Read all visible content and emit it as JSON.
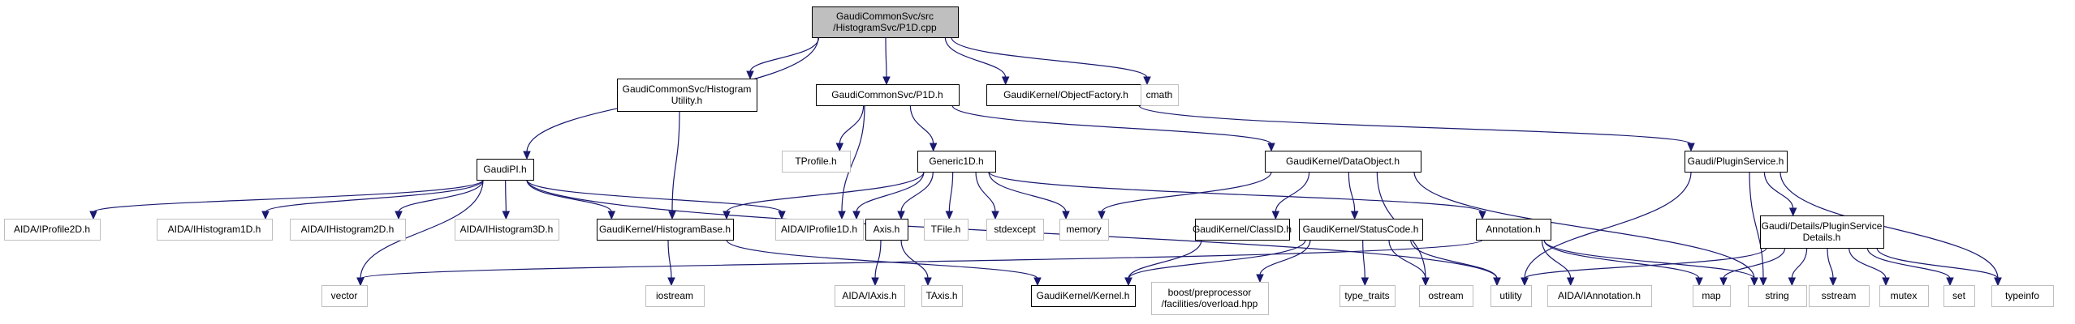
{
  "diagram": {
    "type": "include-dependency-graph",
    "colors": {
      "edge": "#191970",
      "root_fill": "#bfbfbf",
      "documented_border": "#000000",
      "external_border": "#bfbfbf"
    },
    "nodes": [
      {
        "id": "root",
        "lines": [
          "GaudiCommonSvc/src",
          "/HistogramSvc/P1D.cpp"
        ],
        "kind": "root"
      },
      {
        "id": "histutil",
        "lines": [
          "GaudiCommonSvc/Histogram",
          "Utility.h"
        ],
        "kind": "documented"
      },
      {
        "id": "p1dh",
        "lines": [
          "GaudiCommonSvc/P1D.h"
        ],
        "kind": "documented"
      },
      {
        "id": "objfactory",
        "lines": [
          "GaudiKernel/ObjectFactory.h"
        ],
        "kind": "documented"
      },
      {
        "id": "cmath",
        "lines": [
          "cmath"
        ],
        "kind": "external"
      },
      {
        "id": "gaudipi",
        "lines": [
          "GaudiPI.h"
        ],
        "kind": "documented"
      },
      {
        "id": "tprofile",
        "lines": [
          "TProfile.h"
        ],
        "kind": "external"
      },
      {
        "id": "generic1d",
        "lines": [
          "Generic1D.h"
        ],
        "kind": "documented"
      },
      {
        "id": "dataobject",
        "lines": [
          "GaudiKernel/DataObject.h"
        ],
        "kind": "documented"
      },
      {
        "id": "pluginservice",
        "lines": [
          "Gaudi/PluginService.h"
        ],
        "kind": "documented"
      },
      {
        "id": "iprofile2d",
        "lines": [
          "AIDA/IProfile2D.h"
        ],
        "kind": "external"
      },
      {
        "id": "ihist1d",
        "lines": [
          "AIDA/IHistogram1D.h"
        ],
        "kind": "external"
      },
      {
        "id": "ihist2d",
        "lines": [
          "AIDA/IHistogram2D.h"
        ],
        "kind": "external"
      },
      {
        "id": "ihist3d",
        "lines": [
          "AIDA/IHistogram3D.h"
        ],
        "kind": "external"
      },
      {
        "id": "histbase",
        "lines": [
          "GaudiKernel/HistogramBase.h"
        ],
        "kind": "documented"
      },
      {
        "id": "iprofile1d",
        "lines": [
          "AIDA/IProfile1D.h"
        ],
        "kind": "external"
      },
      {
        "id": "axis",
        "lines": [
          "Axis.h"
        ],
        "kind": "documented"
      },
      {
        "id": "tfile",
        "lines": [
          "TFile.h"
        ],
        "kind": "external"
      },
      {
        "id": "stdexcept",
        "lines": [
          "stdexcept"
        ],
        "kind": "external"
      },
      {
        "id": "memory",
        "lines": [
          "memory"
        ],
        "kind": "external"
      },
      {
        "id": "classid",
        "lines": [
          "GaudiKernel/ClassID.h"
        ],
        "kind": "documented"
      },
      {
        "id": "statuscode",
        "lines": [
          "GaudiKernel/StatusCode.h"
        ],
        "kind": "documented"
      },
      {
        "id": "annotation",
        "lines": [
          "Annotation.h"
        ],
        "kind": "documented"
      },
      {
        "id": "psdetails",
        "lines": [
          "Gaudi/Details/PluginService",
          "Details.h"
        ],
        "kind": "documented"
      },
      {
        "id": "vector",
        "lines": [
          "vector"
        ],
        "kind": "external"
      },
      {
        "id": "iostream",
        "lines": [
          "iostream"
        ],
        "kind": "external"
      },
      {
        "id": "iaxis",
        "lines": [
          "AIDA/IAxis.h"
        ],
        "kind": "external"
      },
      {
        "id": "taxis",
        "lines": [
          "TAxis.h"
        ],
        "kind": "external"
      },
      {
        "id": "kernel",
        "lines": [
          "GaudiKernel/Kernel.h"
        ],
        "kind": "documented"
      },
      {
        "id": "boostoverload",
        "lines": [
          "boost/preprocessor",
          "/facilities/overload.hpp"
        ],
        "kind": "external"
      },
      {
        "id": "typetraits",
        "lines": [
          "type_traits"
        ],
        "kind": "external"
      },
      {
        "id": "ostream",
        "lines": [
          "ostream"
        ],
        "kind": "external"
      },
      {
        "id": "utility",
        "lines": [
          "utility"
        ],
        "kind": "external"
      },
      {
        "id": "iannotation",
        "lines": [
          "AIDA/IAnnotation.h"
        ],
        "kind": "external"
      },
      {
        "id": "map",
        "lines": [
          "map"
        ],
        "kind": "external"
      },
      {
        "id": "string",
        "lines": [
          "string"
        ],
        "kind": "external"
      },
      {
        "id": "sstream",
        "lines": [
          "sstream"
        ],
        "kind": "external"
      },
      {
        "id": "mutex",
        "lines": [
          "mutex"
        ],
        "kind": "external"
      },
      {
        "id": "set",
        "lines": [
          "set"
        ],
        "kind": "external"
      },
      {
        "id": "typeinfo",
        "lines": [
          "typeinfo"
        ],
        "kind": "external"
      }
    ],
    "edges": [
      [
        "root",
        "gaudipi"
      ],
      [
        "root",
        "histutil"
      ],
      [
        "root",
        "p1dh"
      ],
      [
        "root",
        "objfactory"
      ],
      [
        "root",
        "cmath"
      ],
      [
        "histutil",
        "histbase"
      ],
      [
        "p1dh",
        "tprofile"
      ],
      [
        "p1dh",
        "generic1d"
      ],
      [
        "p1dh",
        "iprofile1d"
      ],
      [
        "p1dh",
        "dataobject"
      ],
      [
        "objfactory",
        "pluginservice"
      ],
      [
        "gaudipi",
        "iprofile2d"
      ],
      [
        "gaudipi",
        "ihist1d"
      ],
      [
        "gaudipi",
        "ihist2d"
      ],
      [
        "gaudipi",
        "ihist3d"
      ],
      [
        "gaudipi",
        "histbase"
      ],
      [
        "gaudipi",
        "iprofile1d"
      ],
      [
        "gaudipi",
        "vector"
      ],
      [
        "gaudipi",
        "utility"
      ],
      [
        "generic1d",
        "histbase"
      ],
      [
        "generic1d",
        "iprofile1d"
      ],
      [
        "generic1d",
        "axis"
      ],
      [
        "generic1d",
        "tfile"
      ],
      [
        "generic1d",
        "stdexcept"
      ],
      [
        "generic1d",
        "memory"
      ],
      [
        "generic1d",
        "annotation"
      ],
      [
        "dataobject",
        "memory"
      ],
      [
        "dataobject",
        "classid"
      ],
      [
        "dataobject",
        "statuscode"
      ],
      [
        "dataobject",
        "ostream"
      ],
      [
        "dataobject",
        "string"
      ],
      [
        "pluginservice",
        "utility"
      ],
      [
        "pluginservice",
        "string"
      ],
      [
        "pluginservice",
        "psdetails"
      ],
      [
        "pluginservice",
        "typeinfo"
      ],
      [
        "histbase",
        "iostream"
      ],
      [
        "histbase",
        "kernel"
      ],
      [
        "axis",
        "iaxis"
      ],
      [
        "axis",
        "taxis"
      ],
      [
        "classid",
        "kernel"
      ],
      [
        "statuscode",
        "kernel"
      ],
      [
        "statuscode",
        "boostoverload"
      ],
      [
        "statuscode",
        "typetraits"
      ],
      [
        "statuscode",
        "ostream"
      ],
      [
        "statuscode",
        "utility"
      ],
      [
        "annotation",
        "vector"
      ],
      [
        "annotation",
        "iannotation"
      ],
      [
        "annotation",
        "map"
      ],
      [
        "annotation",
        "string"
      ],
      [
        "psdetails",
        "utility"
      ],
      [
        "psdetails",
        "map"
      ],
      [
        "psdetails",
        "string"
      ],
      [
        "psdetails",
        "sstream"
      ],
      [
        "psdetails",
        "mutex"
      ],
      [
        "psdetails",
        "set"
      ],
      [
        "psdetails",
        "typeinfo"
      ]
    ]
  }
}
